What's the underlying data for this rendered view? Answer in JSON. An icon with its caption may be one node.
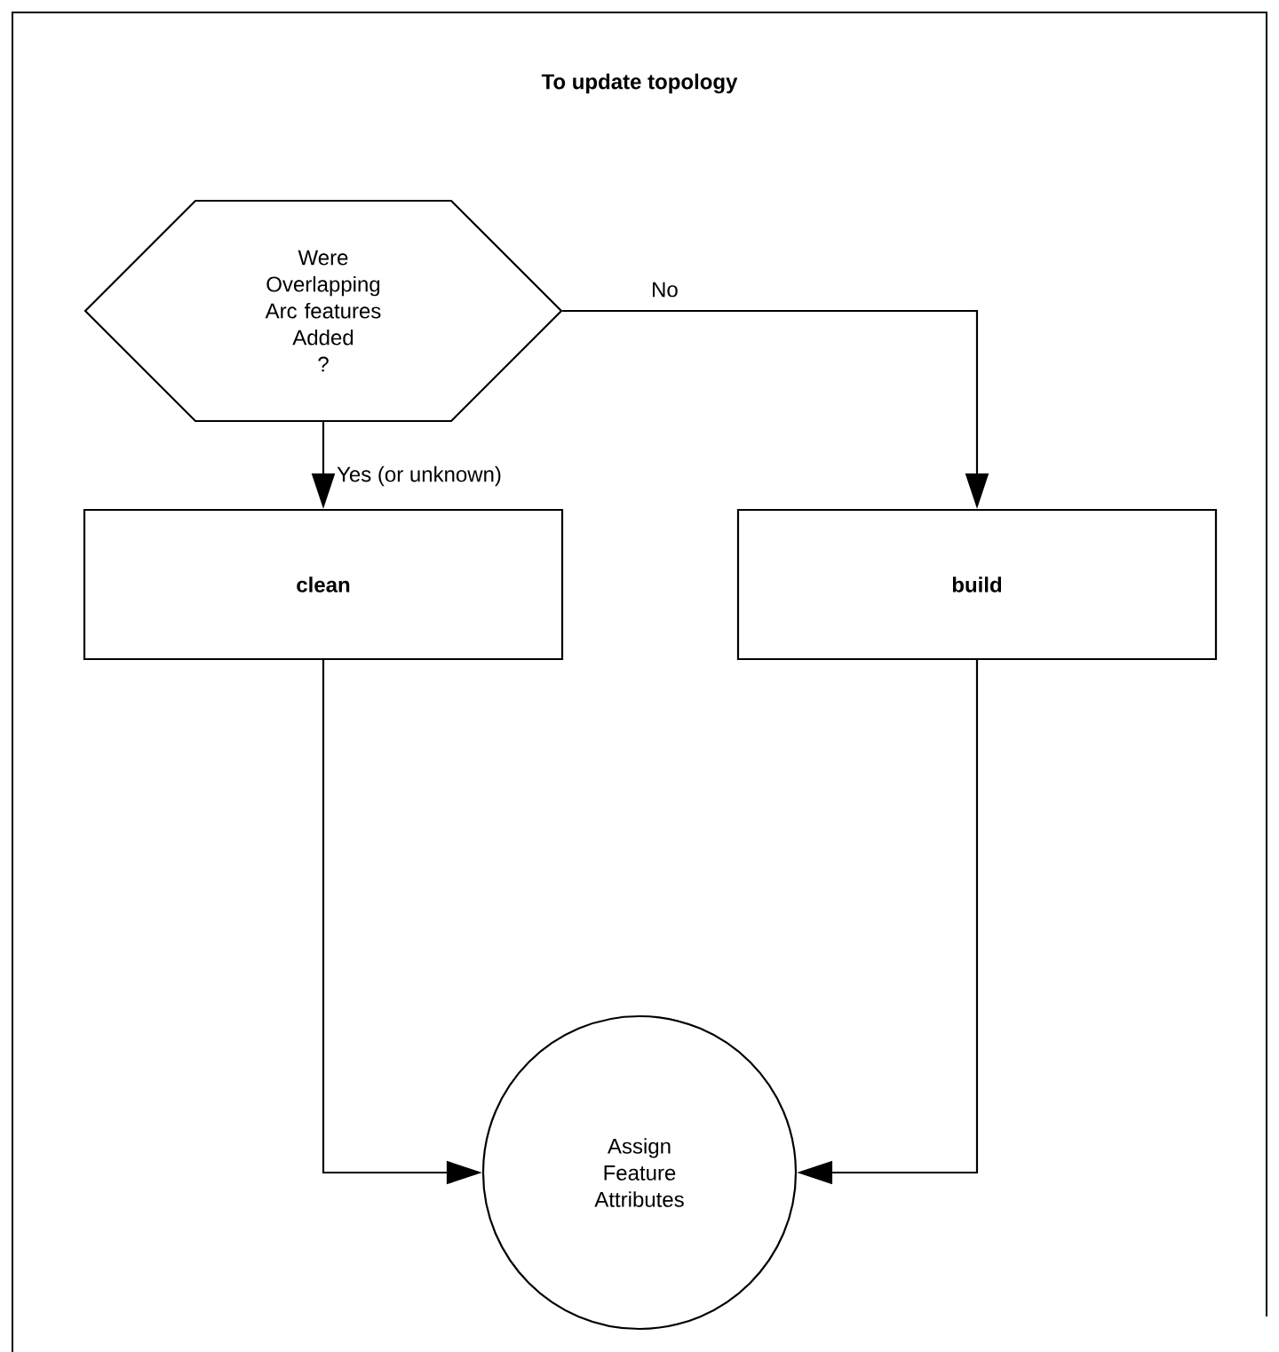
{
  "diagram": {
    "title": "To update topology",
    "nodes": [
      {
        "text": [
          "Were Overlapping Arc features Added",
          "?"
        ]
      },
      {
        "text": [
          "clean"
        ]
      },
      {
        "text": [
          "build"
        ]
      },
      {
        "text": [
          "Assign Feature Attributes"
        ]
      }
    ],
    "edges": [
      {
        "from": 0,
        "to": 1,
        "arrow": "to",
        "label": "Yes (or unknown)"
      },
      {
        "from": 0,
        "to": 2,
        "arrow": "to",
        "label": "No"
      },
      {
        "from": 1,
        "to": 3,
        "arrow": "to"
      },
      {
        "from": 2,
        "to": 3,
        "arrow": "to"
      }
    ]
  }
}
